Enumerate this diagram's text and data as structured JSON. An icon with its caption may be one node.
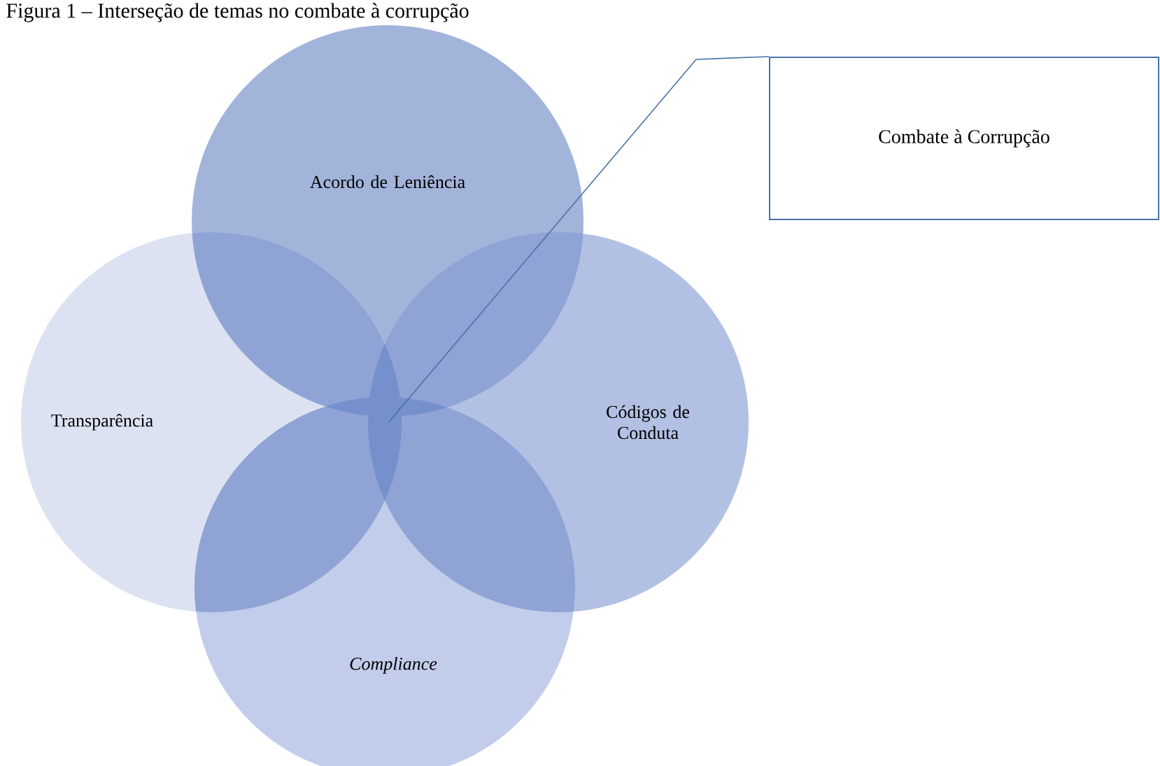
{
  "diagram": {
    "title": "Figura 1 – Interseção de temas no combate à corrupção",
    "nodes": [
      {
        "text": [
          "Acordo de Leniência"
        ]
      },
      {
        "text": [
          "Transparência"
        ]
      },
      {
        "text": [
          "Códigos de Conduta"
        ]
      },
      {
        "text": [
          "Compliance"
        ]
      },
      {
        "text": [
          "Combate à Corrupção"
        ]
      }
    ],
    "edges": [
      {
        "from": 4,
        "to": 3,
        "arrow": "none"
      }
    ]
  }
}
